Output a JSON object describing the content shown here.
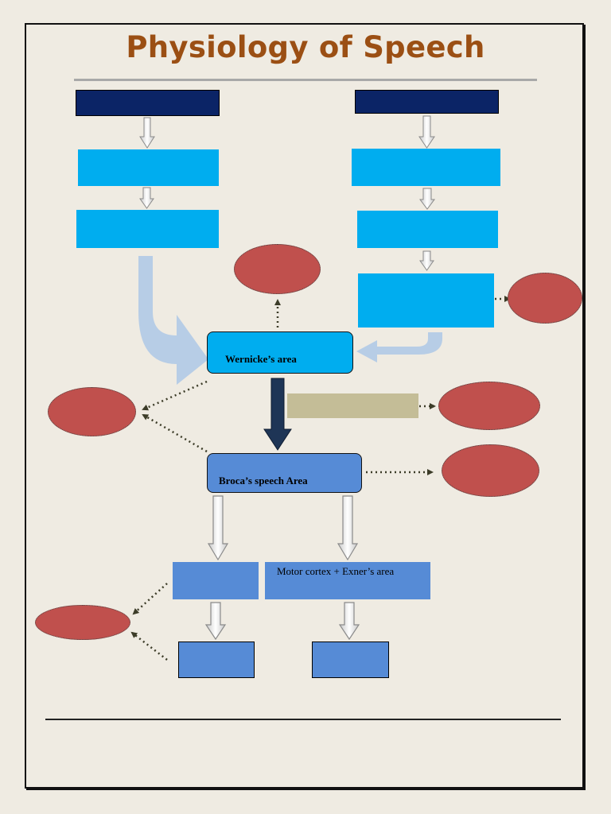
{
  "title": "Physiology of Speech",
  "nodes": {
    "wernicke": "Wernicke’s area",
    "broca": "Broca’s speech Area",
    "motor_cortex": "Motor cortex + Exner’s area"
  },
  "colors": {
    "title": "#9b4f14",
    "navy": "#0b2466",
    "cyan": "#00adef",
    "blue": "#568bd6",
    "oval": "#c0504d",
    "tan": "#c4bd97",
    "background": "#efebe2"
  }
}
